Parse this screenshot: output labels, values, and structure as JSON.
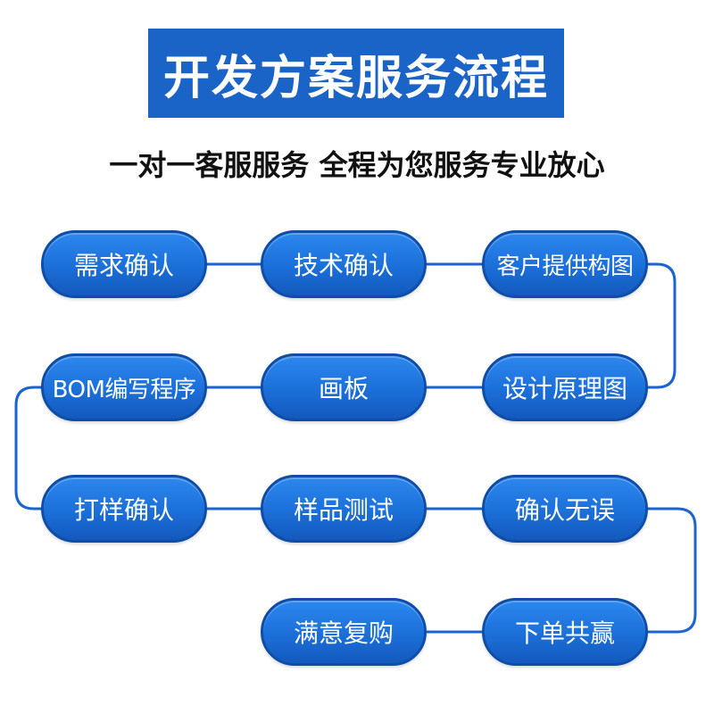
{
  "title": "开发方案服务流程",
  "subtitle": "一对一客服服务  全程为您服务专业放心",
  "colors": {
    "accent": "#1a64c8",
    "connector": "#1b63d0"
  },
  "steps": [
    "需求确认",
    "技术确认",
    "客户提供构图",
    "BOM编写程序",
    "画板",
    "设计原理图",
    "打样确认",
    "样品测试",
    "确认无误",
    "满意复购",
    "下单共赢"
  ]
}
